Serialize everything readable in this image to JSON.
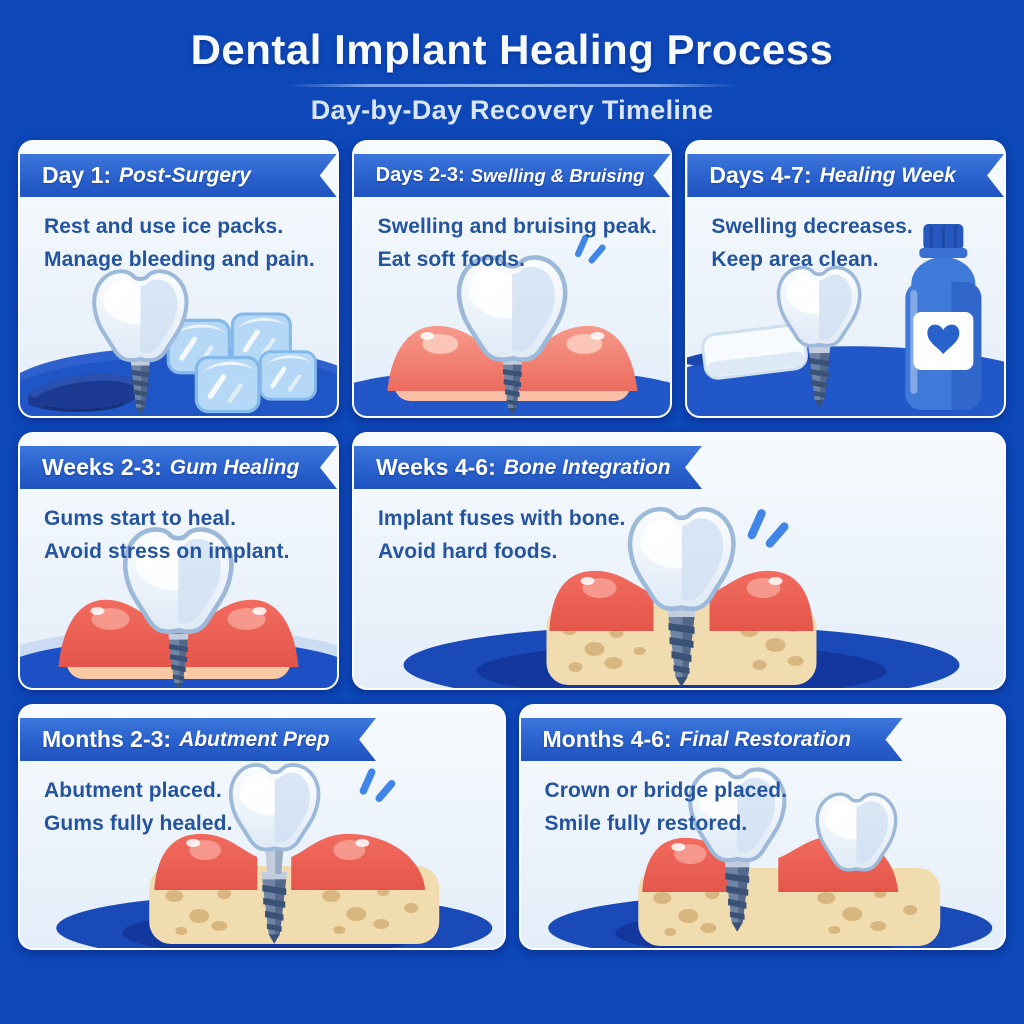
{
  "page": {
    "title": "Dental Implant Healing Process",
    "subtitle": "Day-by-Day Recovery Timeline"
  },
  "colors": {
    "background_blue": "#0d47b8",
    "banner_blue": "#2a61cd",
    "card_background": "#eef4fb",
    "body_text_blue": "#24549f",
    "gum_red": "#ee6156",
    "gum_salmon": "#f4897b",
    "bone_tan": "#f0dcae",
    "ice_blue": "#b5d8f6",
    "title_white": "#f7fafe"
  },
  "cards": [
    {
      "id": "day-1",
      "title_prefix": "Day 1:",
      "title_rest": "Post-Surgery",
      "line1": "Rest and use ice packs.",
      "line2": "Manage bleeding and pain.",
      "illustration": "tooth-implant-with-ice-packs-and-towel"
    },
    {
      "id": "days-2-3",
      "title_prefix": "Days 2-3:",
      "title_rest": "Swelling & Bruising",
      "line1": "Swelling and bruising peak.",
      "line2": "Eat soft foods.",
      "illustration": "tooth-implant-in-swollen-gums"
    },
    {
      "id": "days-4-7",
      "title_prefix": "Days 4-7:",
      "title_rest": "Healing Week",
      "line1": "Swelling decreases.",
      "line2": "Keep area clean.",
      "illustration": "tooth-implant-with-mouthwash-bottle-and-gauze"
    },
    {
      "id": "weeks-2-3",
      "title_prefix": "Weeks 2-3:",
      "title_rest": "Gum Healing",
      "line1": "Gums start to heal.",
      "line2": "Avoid stress on implant.",
      "illustration": "tooth-implant-in-healing-gums"
    },
    {
      "id": "weeks-4-6",
      "title_prefix": "Weeks 4-6:",
      "title_rest": "Bone Integration",
      "line1": "Implant fuses with bone.",
      "line2": "Avoid hard foods.",
      "illustration": "tooth-implant-fused-with-bone"
    },
    {
      "id": "months-2-3",
      "title_prefix": "Months 2-3:",
      "title_rest": "Abutment Prep",
      "line1": "Abutment placed.",
      "line2": "Gums fully healed.",
      "illustration": "tooth-raised-above-abutment-and-implant"
    },
    {
      "id": "months-4-6",
      "title_prefix": "Months 4-6:",
      "title_rest": "Final Restoration",
      "line1": "Crown or bridge placed.",
      "line2": "Smile fully restored.",
      "illustration": "implant-crown-with-neighbor-tooth"
    }
  ]
}
